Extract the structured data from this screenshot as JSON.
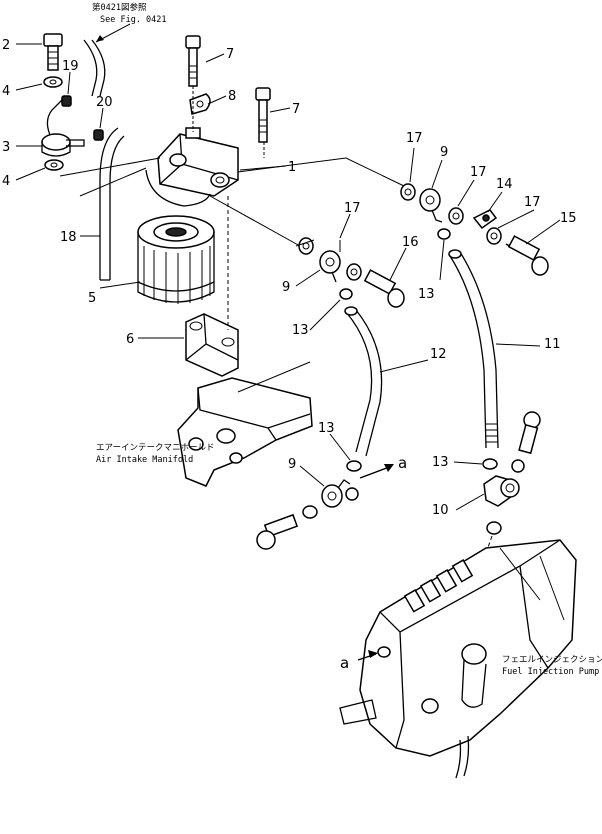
{
  "references": {
    "see_fig_jp": "第0421図参照",
    "see_fig_en": "See Fig. 0421",
    "manifold_jp": "エアーインテークマニホールド",
    "manifold_en": "Air Intake Manifold",
    "pump_jp": "フェエルインジェクションポンプ",
    "pump_en": "Fuel Injection Pump"
  },
  "connection_marker": "a",
  "part_numbers": {
    "p1": "1",
    "p2": "2",
    "p3": "3",
    "p4a": "4",
    "p4b": "4",
    "p5": "5",
    "p6": "6",
    "p7a": "7",
    "p7b": "7",
    "p8": "8",
    "p9a": "9",
    "p9b": "9",
    "p9c": "9",
    "p10": "10",
    "p11": "11",
    "p12": "12",
    "p13a": "13",
    "p13b": "13",
    "p13c": "13",
    "p13d": "13",
    "p14": "14",
    "p15": "15",
    "p16": "16",
    "p17a": "17",
    "p17b": "17",
    "p17c": "17",
    "p17d": "17",
    "p18": "18",
    "p19": "19",
    "p20": "20"
  }
}
